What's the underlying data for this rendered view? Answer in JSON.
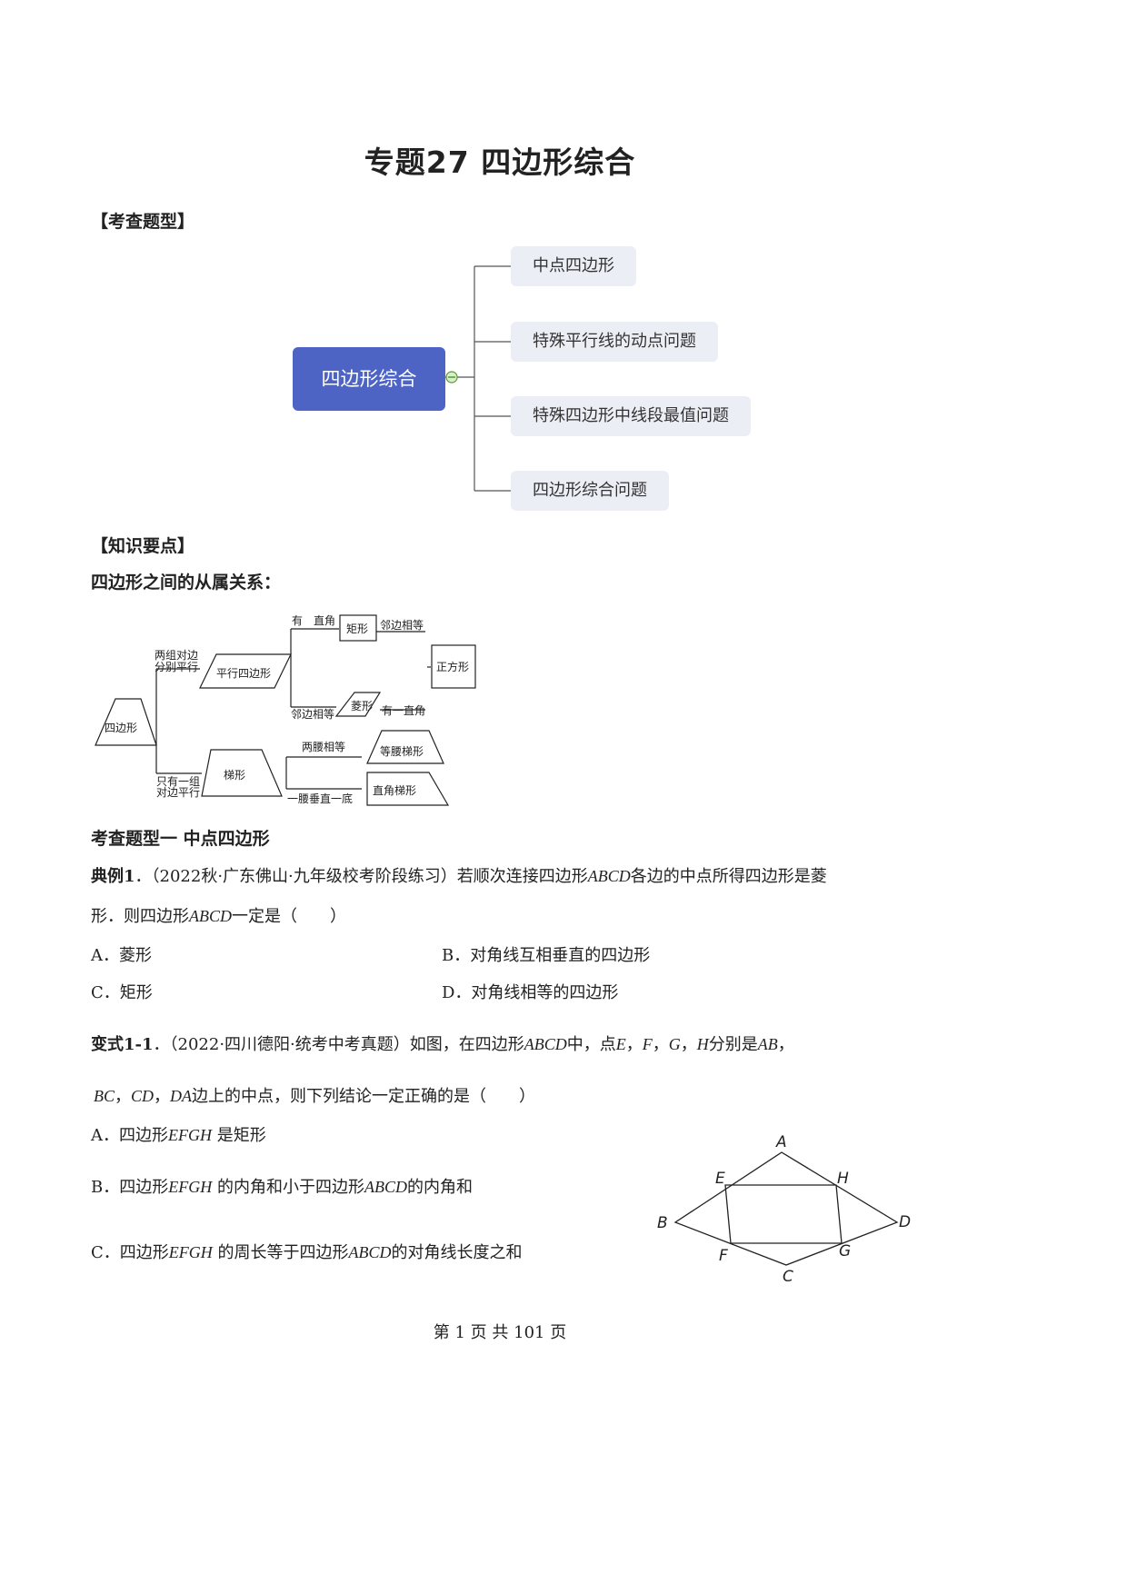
{
  "title": "专题27 四边形综合",
  "section_types": "【考查题型】",
  "mindmap": {
    "root": "四边形综合",
    "branches": [
      "中点四边形",
      "特殊平行线的动点问题",
      "特殊四边形中线段最值问题",
      "四边形综合问题"
    ]
  },
  "section_knowledge": "【知识要点】",
  "relation_heading": "四边形之间的从属关系：",
  "hierarchy": {
    "quad": "四边形",
    "parallelogram": "平行四边形",
    "trapezoid": "梯形",
    "rectangle": "矩形",
    "rhombus": "菱形",
    "square": "正方形",
    "isosceles_trapezoid": "等腰梯形",
    "right_trapezoid": "直角梯形",
    "cond_two_pairs_1": "两组对边",
    "cond_two_pairs_2": "分别平行",
    "cond_one_pair_1": "只有一组",
    "cond_one_pair_2": "对边平行",
    "cond_right_a": "有",
    "cond_right_b": "直角",
    "cond_adjacent_equal_top": "邻边相等",
    "cond_adjacent_equal_bottom": "邻边相等",
    "cond_one_right": "有一直角",
    "cond_legs_equal": "两腰相等",
    "cond_leg_perp": "一腰垂直一底"
  },
  "type1_heading": "考查题型一 中点四边形",
  "example1": {
    "label": "典例1",
    "line1_a": "．（2022秋·广东佛山·九年级校考阶段练习）若顺次连接四边形",
    "abcd": "ABCD",
    "line1_b": "各边的中点所得四边形是菱",
    "line2_a": "形．则四边形",
    "line2_b": "一定是（　　）",
    "options": [
      {
        "key": "A",
        "text": "．菱形"
      },
      {
        "key": "B",
        "text": "．对角线互相垂直的四边形"
      },
      {
        "key": "C",
        "text": "．矩形"
      },
      {
        "key": "D",
        "text": "．对角线相等的四边形"
      }
    ]
  },
  "variant1": {
    "label": "变式1-1",
    "line1_a": "．（2022·四川德阳·统考中考真题）如图，在四边形",
    "abcd": "ABCD",
    "line1_b": "中，点",
    "E": "E",
    "F": "F",
    "G": "G",
    "H": "H",
    "line1_c": "分别是",
    "AB": "AB",
    "BC": "BC",
    "CD": "CD",
    "DA": "DA",
    "sep": "，",
    "line2_b": "边上的中点，则下列结论一定正确的是（　　）",
    "efgh": "EFGH",
    "optA_a": "A．四边形",
    "optA_b": "是矩形",
    "optB_a": "B．四边形",
    "optB_b": "的内角和小于四边形",
    "optB_c": "的内角和",
    "optC_a": "C．四边形",
    "optC_b": "的周长等于四边形",
    "optC_c": "的对角线长度之和"
  },
  "figure_labels": {
    "A": "A",
    "B": "B",
    "C": "C",
    "D": "D",
    "E": "E",
    "F": "F",
    "G": "G",
    "H": "H"
  },
  "footer": "第 1 页 共 101 页"
}
